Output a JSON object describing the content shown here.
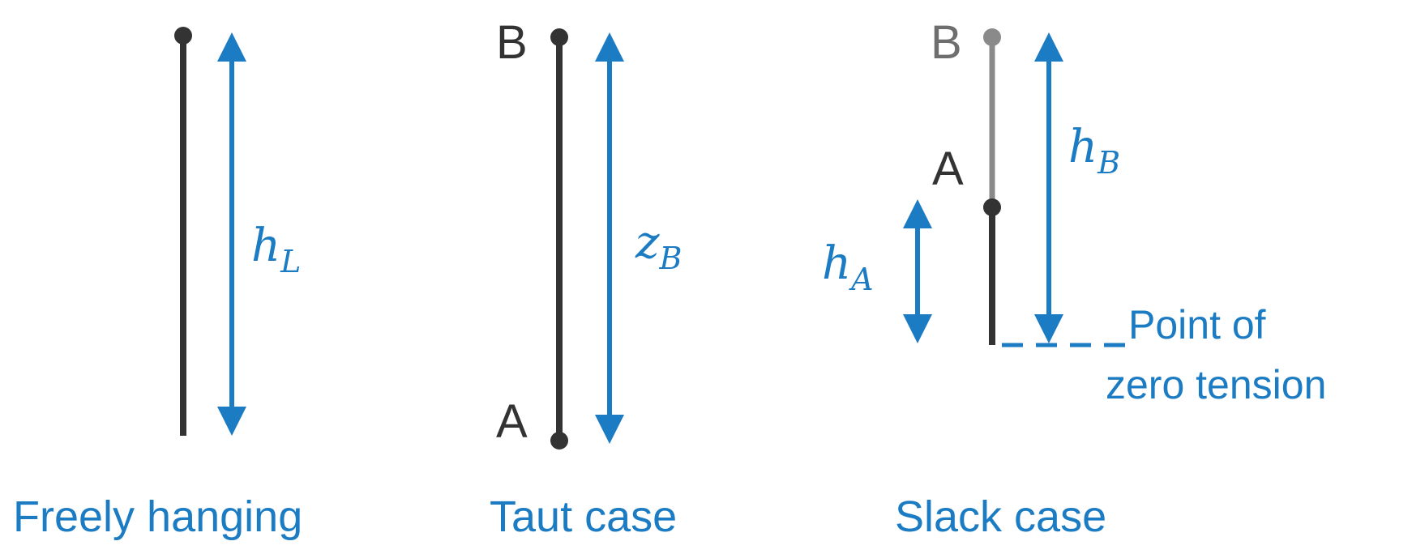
{
  "colors": {
    "line": "#333333",
    "gray_line": "#8a8a8a",
    "gray_label": "#6e6e6e",
    "accent": "#1b7cc4",
    "background": "#ffffff"
  },
  "panels": {
    "freely_hanging": {
      "caption": "Freely hanging",
      "height_var": {
        "main": "h",
        "sub": "L"
      }
    },
    "taut": {
      "caption": "Taut case",
      "top_label": "B",
      "bottom_label": "A",
      "height_var": {
        "main": "z",
        "sub": "B"
      }
    },
    "slack": {
      "caption": "Slack case",
      "top_label": "B",
      "mid_label": "A",
      "var_a": {
        "main": "h",
        "sub": "A"
      },
      "var_b": {
        "main": "h",
        "sub": "B"
      },
      "note_line1": "Point of",
      "note_line2": "zero tension"
    }
  }
}
